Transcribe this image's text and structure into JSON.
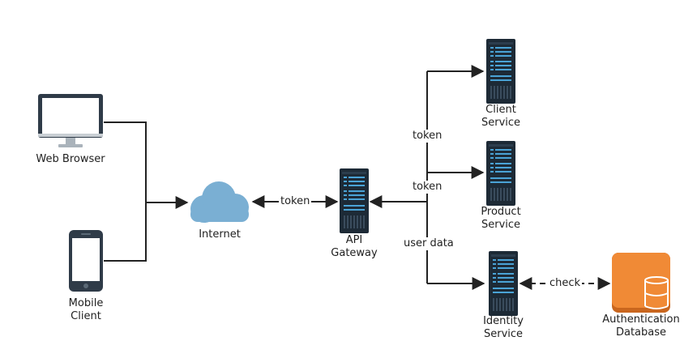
{
  "nodes": {
    "web_browser": {
      "label": "Web Browser"
    },
    "mobile_client": {
      "label_line1": "Mobile",
      "label_line2": "Client"
    },
    "internet": {
      "label": "Internet"
    },
    "api_gateway": {
      "label_line1": "API",
      "label_line2": "Gateway"
    },
    "client_service": {
      "label_line1": "Client",
      "label_line2": "Service"
    },
    "product_service": {
      "label_line1": "Product",
      "label_line2": "Service"
    },
    "identity_service": {
      "label_line1": "Identity",
      "label_line2": "Service"
    },
    "auth_database": {
      "label_line1": "Authentication",
      "label_line2": "Database"
    }
  },
  "edges": {
    "internet_gateway": {
      "label": "token"
    },
    "to_client_service": {
      "label": "token"
    },
    "to_product_service": {
      "label": "token"
    },
    "to_identity_service": {
      "label": "user data"
    },
    "identity_db": {
      "label": "check"
    }
  },
  "colors": {
    "line": "#222222",
    "cloud": "#7aafd3",
    "server_body": "#1d2a36",
    "server_slot": "#4aa3d6",
    "database": "#f08a36",
    "device_frame": "#2f3b48",
    "device_stand": "#aab3bb"
  },
  "icons": {
    "web_browser": "monitor-icon",
    "mobile_client": "smartphone-icon",
    "internet": "cloud-icon",
    "server": "server-rack-icon",
    "database": "database-icon"
  }
}
